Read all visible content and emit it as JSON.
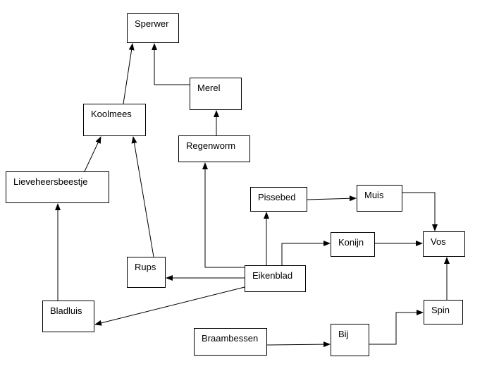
{
  "diagram": {
    "nodes": {
      "sperwer": "Sperwer",
      "koolmees": "Koolmees",
      "merel": "Merel",
      "regenworm": "Regenworm",
      "lieveheersbeestje": "Lieveheersbeestje",
      "pissebed": "Pissebed",
      "muis": "Muis",
      "konijn": "Konijn",
      "vos": "Vos",
      "rups": "Rups",
      "eikenblad": "Eikenblad",
      "bladluis": "Bladluis",
      "spin": "Spin",
      "braambessen": "Braambessen",
      "bij": "Bij"
    },
    "edges": [
      {
        "from": "Koolmees",
        "to": "Sperwer"
      },
      {
        "from": "Merel",
        "to": "Sperwer"
      },
      {
        "from": "Regenworm",
        "to": "Merel"
      },
      {
        "from": "Lieveheersbeestje",
        "to": "Koolmees"
      },
      {
        "from": "Rups",
        "to": "Koolmees"
      },
      {
        "from": "Bladluis",
        "to": "Lieveheersbeestje"
      },
      {
        "from": "Eikenblad",
        "to": "Regenworm"
      },
      {
        "from": "Eikenblad",
        "to": "Pissebed"
      },
      {
        "from": "Eikenblad",
        "to": "Konijn"
      },
      {
        "from": "Eikenblad",
        "to": "Rups"
      },
      {
        "from": "Eikenblad",
        "to": "Bladluis"
      },
      {
        "from": "Pissebed",
        "to": "Muis"
      },
      {
        "from": "Muis",
        "to": "Vos"
      },
      {
        "from": "Konijn",
        "to": "Vos"
      },
      {
        "from": "Spin",
        "to": "Vos"
      },
      {
        "from": "Braambessen",
        "to": "Bij"
      },
      {
        "from": "Bij",
        "to": "Spin"
      }
    ]
  }
}
